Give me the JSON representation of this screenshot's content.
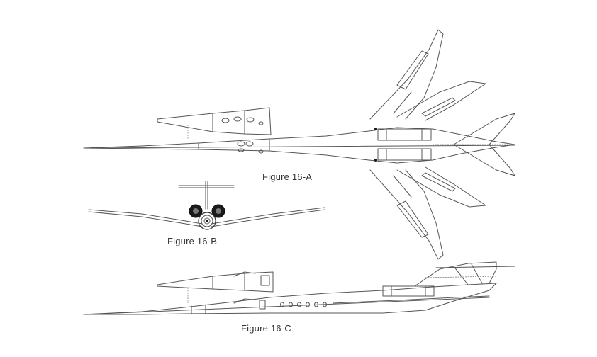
{
  "figures": {
    "top_view": {
      "label": "Figure 16-A"
    },
    "front_view": {
      "label": "Figure 16-B"
    },
    "side_view": {
      "label": "Figure 16-C"
    }
  },
  "colors": {
    "line": "#555555",
    "engine_fill": "#1a1a1a",
    "background": "#ffffff"
  }
}
